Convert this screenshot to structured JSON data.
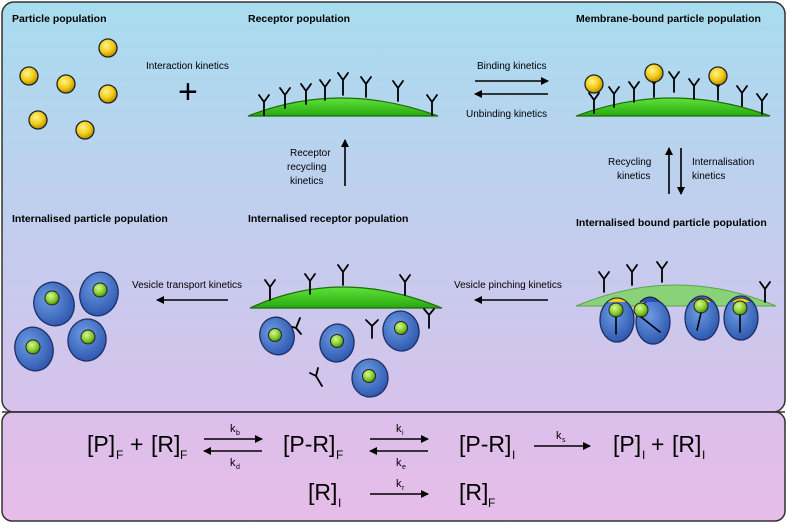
{
  "titles": {
    "particle_population": "Particle population",
    "receptor_population": "Receptor population",
    "membrane_bound": "Membrane-bound particle population",
    "internalised_particle": "Internalised particle population",
    "internalised_receptor": "Internalised receptor population",
    "internalised_bound": "Internalised bound particle population"
  },
  "labels": {
    "interaction_kinetics": "Interaction kinetics",
    "plus": "+",
    "binding_kinetics": "Binding kinetics",
    "unbinding_kinetics": "Unbinding kinetics",
    "receptor_recycling_1": "Receptor",
    "receptor_recycling_2": "recycling",
    "receptor_recycling_3": "kinetics",
    "recycling_1": "Recycling",
    "recycling_2": "kinetics",
    "internalisation_1": "Internalisation",
    "internalisation_2": "kinetics",
    "vesicle_transport": "Vesicle transport kinetics",
    "vesicle_pinching": "Vesicle pinching kinetics"
  },
  "equations": {
    "row1": {
      "term1_main": "[P]",
      "term1_sub": "F",
      "plus": "+",
      "term2_main": "[R]",
      "term2_sub": "F",
      "k_forward": "k",
      "k_forward_sub": "b",
      "k_reverse": "k",
      "k_reverse_sub": "d",
      "term3_main": "[P-R]",
      "term3_sub": "F",
      "k2_forward": "k",
      "k2_forward_sub": "i",
      "k2_reverse": "k",
      "k2_reverse_sub": "e",
      "term4_main": "[P-R]",
      "term4_sub": "I",
      "k3": "k",
      "k3_sub": "s",
      "term5_main": "[P]",
      "term5_sub": "I",
      "plus2": "+",
      "term6_main": "[R]",
      "term6_sub": "I"
    },
    "row2": {
      "term1_main": "[R]",
      "term1_sub": "I",
      "k": "k",
      "k_sub": "r",
      "term2_main": "[R]",
      "term2_sub": "F"
    }
  },
  "colors": {
    "top_bg_start": "#a8dcef",
    "top_bg_end": "#d2c1ec",
    "bottom_bg": "#e2bfea",
    "particle": "#f2cf1e",
    "membrane": "#34c11a",
    "vesicle": "#3f6fc9",
    "inner_particle": "#8bd12d"
  }
}
